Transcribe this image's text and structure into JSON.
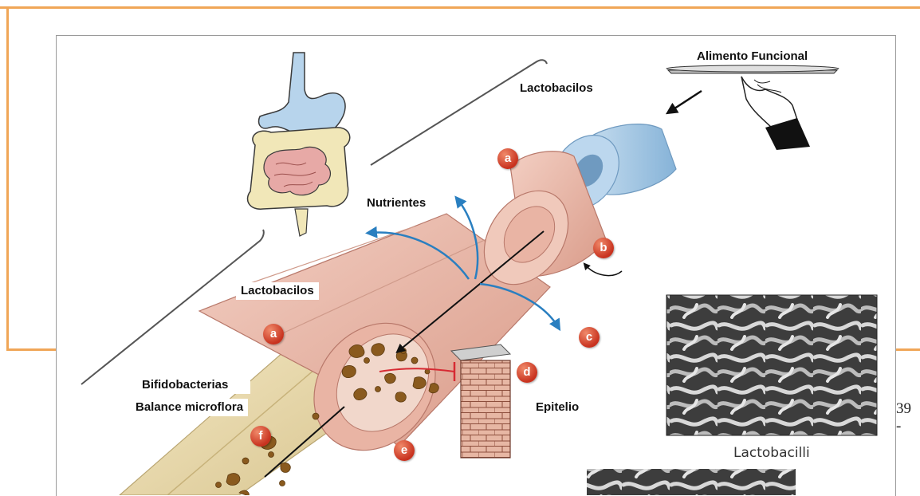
{
  "labels": {
    "alimento": "Alimento Funcional",
    "lacto_top": "Lactobacilos",
    "nutrientes": "Nutrientes",
    "lacto_left": "Lactobacilos",
    "bifido_1": "Bifidobacterias",
    "bifido_2": "Balance microflora",
    "epitelio": "Epitelio",
    "micrograph": "Lactobacilli",
    "page": "39 -"
  },
  "badges": [
    "a",
    "b",
    "c",
    "d",
    "a",
    "e",
    "f"
  ],
  "colors": {
    "frame": "#f0a657",
    "badge": "#c8321f",
    "arrow_blue": "#2a7fc0",
    "tube_pink": "#e8b8a8",
    "tube_tan": "#ecdcaa",
    "capsule_blue": "#a9cbe6",
    "wall_brick": "#d9a38f",
    "particles": "#8a5a1e"
  },
  "icons": [
    "digestive-system-icon",
    "serving-hand-icon",
    "lactobacilli-micrograph"
  ]
}
